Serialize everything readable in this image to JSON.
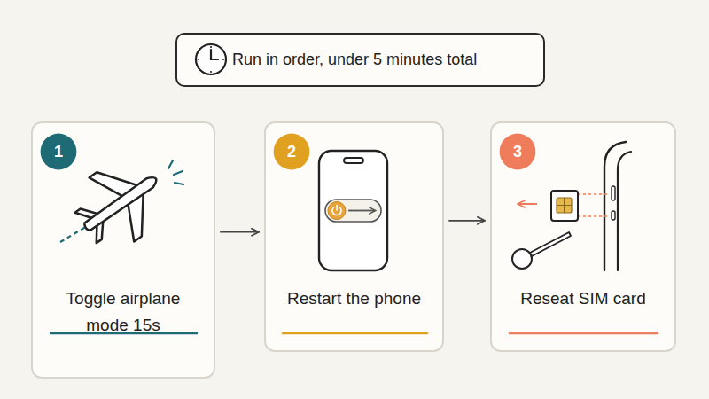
{
  "diagram": {
    "nodes": [
      {
        "text": [
          "Run in order, under 5 minutes total"
        ]
      },
      {
        "text": [
          "Toggle airplane mode 15s"
        ]
      },
      {
        "text": [
          "1"
        ],
        "in": 1
      },
      {
        "text": [
          "Restart the phone"
        ]
      },
      {
        "text": [
          "2"
        ],
        "in": 3
      },
      {
        "text": [
          "Reseat SIM card"
        ]
      },
      {
        "text": [
          "3"
        ],
        "in": 5
      }
    ],
    "edges": [
      {
        "from": 1,
        "to": 3,
        "arrow": "to"
      },
      {
        "from": 3,
        "to": 5,
        "arrow": "to"
      }
    ]
  }
}
